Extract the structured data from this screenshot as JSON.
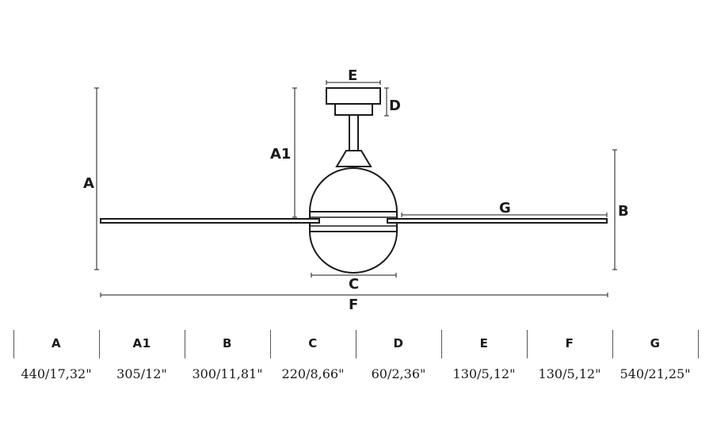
{
  "diagram": {
    "labels": {
      "A": "A",
      "A1": "A1",
      "B": "B",
      "C": "C",
      "D": "D",
      "E": "E",
      "F": "F",
      "G": "G"
    }
  },
  "table": {
    "columns": [
      {
        "label": "A",
        "value": "440/17,32\""
      },
      {
        "label": "A1",
        "value": "305/12\""
      },
      {
        "label": "B",
        "value": "300/11,81\""
      },
      {
        "label": "C",
        "value": "220/8,66\""
      },
      {
        "label": "D",
        "value": "60/2,36\""
      },
      {
        "label": "E",
        "value": "130/5,12\""
      },
      {
        "label": "F",
        "value": "130/5,12\""
      },
      {
        "label": "G",
        "value": "540/21,25\""
      }
    ]
  }
}
